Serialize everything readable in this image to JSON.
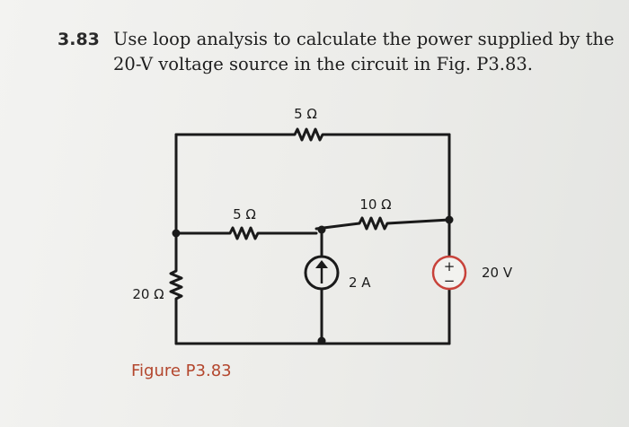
{
  "problem": {
    "number": "3.83",
    "line1": "Use loop analysis to calculate the power supplied by the",
    "line2": "20-V voltage source in the circuit in Fig. P3.83."
  },
  "figure": {
    "caption": "Figure P3.83",
    "labels": {
      "r_top": "5 Ω",
      "r_mid_left": "5 Ω",
      "r_mid_right": "10 Ω",
      "r_left": "20 Ω",
      "current_source": "2 A",
      "voltage_source": "20 V",
      "vs_plus": "+",
      "vs_minus": "−"
    },
    "colors": {
      "wire": "#1a1a1a",
      "caption": "#b3462d",
      "voltage_source_ring": "#c8423a"
    }
  }
}
